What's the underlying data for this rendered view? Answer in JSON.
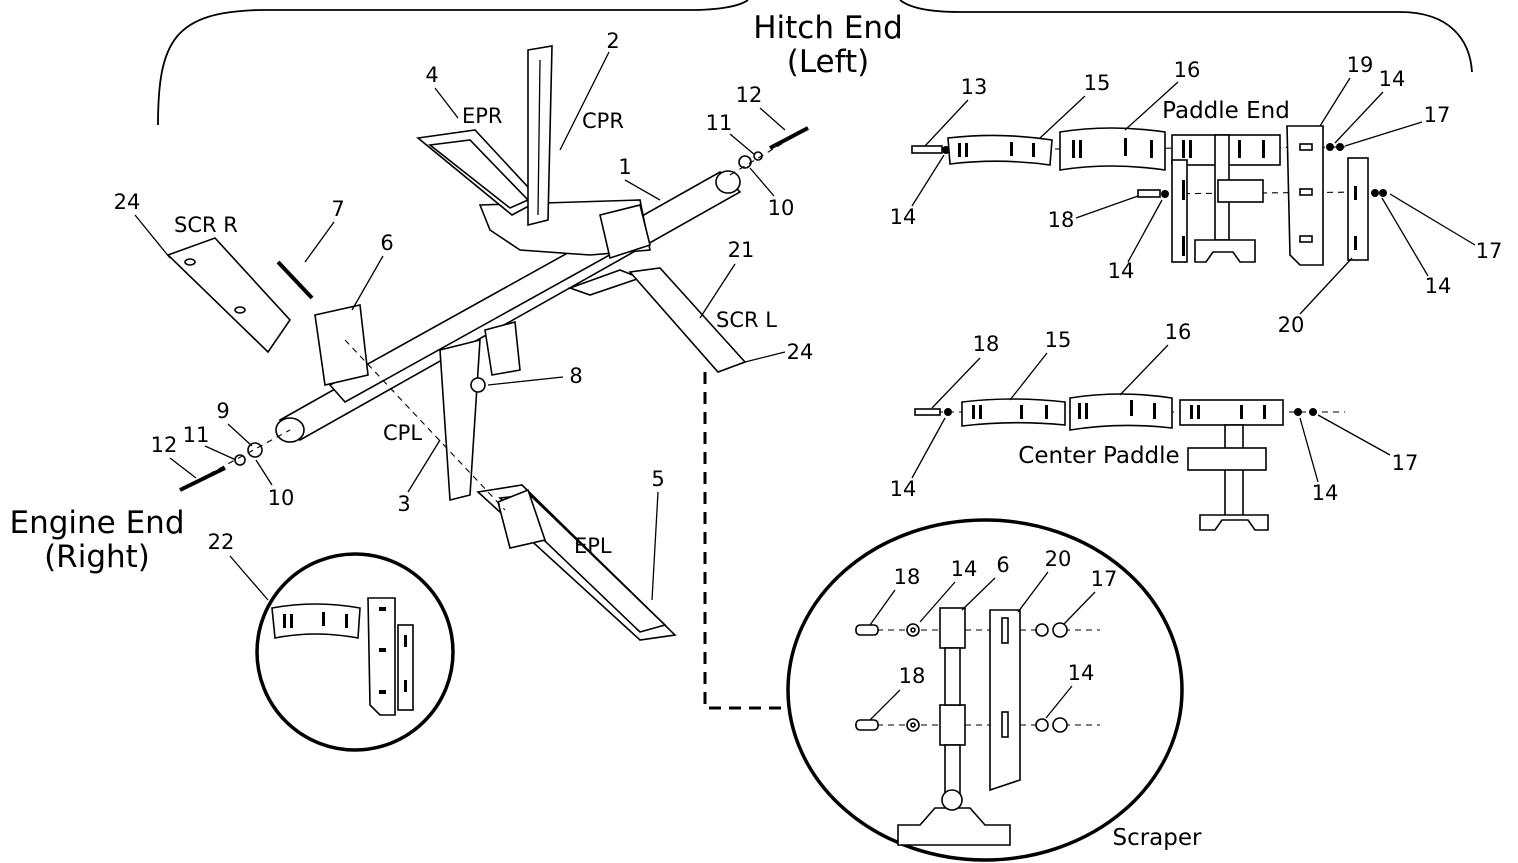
{
  "titles": {
    "hitch_end": "Hitch End",
    "hitch_end_sub": "(Left)",
    "engine_end": "Engine End",
    "engine_end_sub": "(Right)",
    "paddle_end": "Paddle End",
    "center_paddle": "Center Paddle",
    "scraper": "Scraper"
  },
  "codes": {
    "epr": "EPR",
    "cpr": "CPR",
    "scr_r": "SCR R",
    "scr_l": "SCR L",
    "cpl": "CPL",
    "epl": "EPL"
  },
  "callouts": {
    "n2": "2",
    "n4": "4",
    "n1": "1",
    "n12a": "12",
    "n11a": "11",
    "n10a": "10",
    "n24a": "24",
    "n7": "7",
    "n6": "6",
    "n21": "21",
    "n24b": "24",
    "n8": "8",
    "n9": "9",
    "n11b": "11",
    "n12b": "12",
    "n10b": "10",
    "n3": "3",
    "n5": "5",
    "n22": "22",
    "pe13": "13",
    "pe15": "15",
    "pe16": "16",
    "pe19": "19",
    "pe14a": "14",
    "pe17a": "17",
    "pe14b": "14",
    "pe18": "18",
    "pe14c": "14",
    "pe17b": "17",
    "pe14d": "14",
    "pe20": "20",
    "cp18": "18",
    "cp15": "15",
    "cp16": "16",
    "cp14a": "14",
    "cp17": "17",
    "cp14b": "14",
    "sc18a": "18",
    "sc14a": "14",
    "sc6": "6",
    "sc20": "20",
    "sc17": "17",
    "sc18b": "18",
    "sc14b": "14"
  }
}
